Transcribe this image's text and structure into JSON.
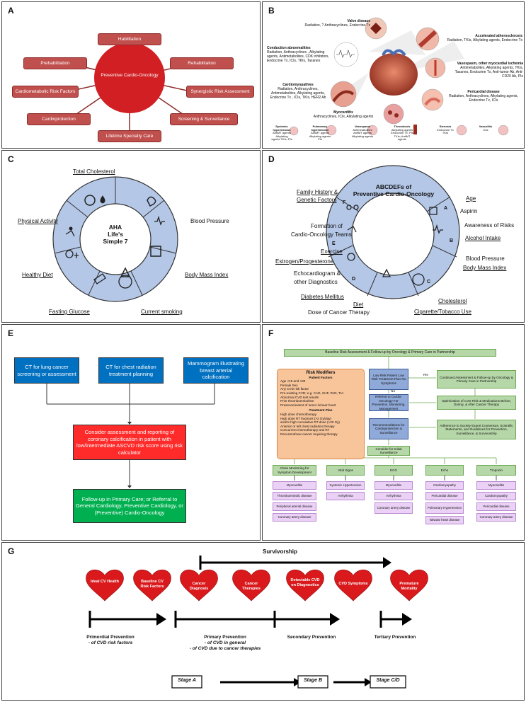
{
  "panels": {
    "a": "A",
    "b": "B",
    "c": "C",
    "d": "D",
    "e": "E",
    "f": "F",
    "g": "G"
  },
  "panel_a": {
    "center": "Preventive Cardio-Oncology",
    "boxes": [
      "Habilitation",
      "Prehabilitation",
      "Rehabilitation",
      "Cardiometabolic Risk Factors",
      "Synergistic Risk Assessment",
      "Cardioprotection",
      "Screening & Surveillance",
      "Lifetime Specialty Care"
    ]
  },
  "panel_b": {
    "items": [
      {
        "title": "Valve disease",
        "text": "Radiation, ? Anthracyclines, Endocrine Tx"
      },
      {
        "title": "Accelerated atherosclerosis",
        "text": "Radiation, TKIs, Alkylating agents, Endocrine Tx"
      },
      {
        "title": "Conduction abnormalities",
        "text": "Radiation, Anthracyclines , Alkylating agents, Antimetabolites, CDK inhibitors, Endocrine Tx, ICIs, TKIs, Taxanes"
      },
      {
        "title": "Vasospasm, other myocardial ischemia",
        "text": "Antimetabolites, Alkylating agents, TKIs, Taxanes, Endocrine Tx, Anti-tumor Ab, Anti-CD20 Ab, PIs"
      },
      {
        "title": "Cardiomyopathies",
        "text": "Radiation, Anthracyclines, Antimetabolites, Alkylating agents, Endocrine Tx , ICIs, TKIs, HER2 Ab"
      },
      {
        "title": "Pericardial disease",
        "text": "Radiation, Anthracyclines, Alkylating agents, Endocrine Tx, ICIs"
      },
      {
        "title": "Myocarditis",
        "text": "Anthracyclines, ICIs, Alkylating agents"
      }
    ],
    "bottom": [
      {
        "title": "Systemic hypertension",
        "text": "AntiMT agents Alkylating agents TKIs; PIs"
      },
      {
        "title": "Pulmonary hypertension",
        "text": "AntiMT agents Alkylating agents PIs"
      },
      {
        "title": "Vasospasm",
        "text": "Antimetabolites AntiMT agents Alkylating agents"
      },
      {
        "title": "Thrombosis",
        "text": "Alkylating agents Endocrine Tx; PIs TKIs; AntiMT agents"
      },
      {
        "title": "Stenosis",
        "text": "Endocrine Tx TKIs"
      },
      {
        "title": "Vasculitis",
        "text": "ICIs"
      }
    ]
  },
  "panel_c": {
    "center": [
      "AHA",
      "Life's",
      "Simple 7"
    ],
    "labels": [
      "Total Cholesterol",
      "Physical Activity",
      "Blood Pressure",
      "Healthy Diet",
      "Body Mass Index",
      "Fasting Glucose",
      "Current smoking"
    ]
  },
  "panel_d": {
    "title": [
      "ABCDEFs of",
      "Preventive Cardio-Oncology"
    ],
    "letters": [
      "A",
      "B",
      "C",
      "D",
      "E",
      "F"
    ],
    "right": [
      "Age",
      "Aspirin",
      "Awareness of Risks",
      "Alcohol Intake",
      "Blood Pressure",
      "Body Mass Index",
      "Cholesterol",
      "Cigarette/Tobacco Use"
    ],
    "left": [
      "Family History &",
      "Genetic Factors",
      "Formation of",
      "Cardio-Oncology Teams",
      "Exercise",
      "Estrogen/Progesterone",
      "Echocardiogram &",
      "other Diagnostics",
      "Diabetes Mellitus",
      "Diet",
      "Dose of Cancer Therapy"
    ]
  },
  "panel_e": {
    "top": [
      "CT for lung cancer screening or assessment",
      "CT for chest radiation treatment planning",
      "Mammogram illustrating breast arterial calcification"
    ],
    "middle": "Consider assessment and reporting of coronary calcification in patient with low/intermediate ASCVD risk score using risk calculator",
    "bottom": "Follow-up in Primary Care; or Referral to General Cardiology, Preventive Cardiology, or (Preventive) Cardio-Oncology"
  },
  "panel_f": {
    "top": "Baseline Risk Assessment & Follow-up by Oncology & Primary Care in Partnership",
    "risk_title": "Risk Modifiers",
    "patient_title": "Patient Factors",
    "patient": [
      "Age <15 and >80",
      "Female Sex",
      "Any CVD risk factor",
      "Pre-existing CVD; e.g. CAD, CHF, PAD, TIA",
      "Abnormal CVD test results",
      "Prior thromboembolism",
      "Presence/extent of tumor in/near heart"
    ],
    "treat_title": "Treatment Plan",
    "treat": [
      "High dose chemotherapy",
      "High dose RT fractions (>2 Gy/day)",
      "and/or high cumulative RT dose (>30 Gy)",
      "Anterior or left chest radiation therapy",
      "Concurrent chemotherapy and RT",
      "Recurrent/new cancer requiring therapy"
    ],
    "low_risk": "Low Risk Patient Low Risk Treatment Plan No Symptoms",
    "yes": "Yes",
    "no": "No",
    "continued": "Continued Assessment & Follow-up by Oncology & Primary Care in Partnership",
    "referral": "Referral to Cardio-Oncology For Prevention, Monitoring, Management",
    "optimization": "Optimization of CVD Risk & Medications Before, During, & After Cancer Therapy",
    "recommend": "Recommendations for Cardioprotection & Surveillance",
    "adherence": "Adherence to Society Expert Consensus, Scientific Statements, and Guidelines for Prevention, Surveillance, & Survivorship",
    "consider": "Consider for Initial Surveillance",
    "cols": [
      {
        "head": "Close Monitoring for Symptom Development",
        "items": [
          "Myocarditis",
          "Thromboembolic disease",
          "Peripheral arterial disease",
          "Coronary artery disease"
        ]
      },
      {
        "head": "Vital Signs",
        "items": [
          "Systemic Hypertension",
          "Arrhythmia"
        ]
      },
      {
        "head": "ECG",
        "items": [
          "Myocarditis",
          "Arrhythmia",
          "Coronary artery disease"
        ]
      },
      {
        "head": "Echo",
        "items": [
          "Cardiomyopathy",
          "Pericardial disease",
          "Pulmonary Hypertension",
          "Valvular heart disease"
        ]
      },
      {
        "head": "Troponin",
        "items": [
          "Myocarditis",
          "Cardiomyopathy",
          "Pericardial disease",
          "Coronary artery disease"
        ]
      }
    ]
  },
  "panel_g": {
    "survivorship": "Survivorship",
    "hearts": [
      "Ideal CV Health",
      "Baseline CV Risk Factors",
      "Cancer Diagnosis",
      "Cancer Therapies",
      "Detectable CVD on Diagnostics",
      "CVD Symptoms",
      "Premature Mortality"
    ],
    "prevention": [
      {
        "title": "Primordial Prevention",
        "sub": [
          "- of CVD risk factors"
        ]
      },
      {
        "title": "Primary Prevention",
        "sub": [
          "- of CVD in general",
          "- of CVD due to cancer therapies"
        ]
      },
      {
        "title": "Secondary Prevention",
        "sub": []
      },
      {
        "title": "Tertiary Prevention",
        "sub": []
      }
    ],
    "stages": [
      "Stage A",
      "Stage B",
      "Stage C/D"
    ]
  },
  "colors": {
    "red": "#c0504d",
    "blue": "#0070c0",
    "bright_red": "#ff2a2a",
    "green": "#00b050",
    "wheel": "#b4c7e7"
  }
}
